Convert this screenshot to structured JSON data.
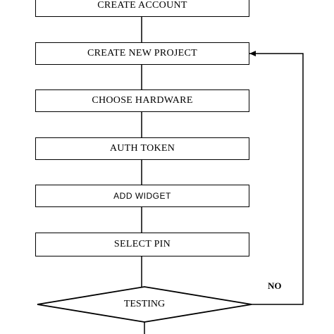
{
  "steps": [
    {
      "id": "create-account",
      "label": "CREATE ACCOUNT"
    },
    {
      "id": "create-new-project",
      "label": "CREATE NEW PROJECT"
    },
    {
      "id": "choose-hardware",
      "label": "CHOOSE HARDWARE"
    },
    {
      "id": "auth-token",
      "label": "AUTH TOKEN"
    },
    {
      "id": "add-widget",
      "label": "ADD WIDGET"
    },
    {
      "id": "select-pin",
      "label": "SELECT PIN"
    }
  ],
  "decision": {
    "label": "TESTING",
    "no_label": "NO"
  }
}
